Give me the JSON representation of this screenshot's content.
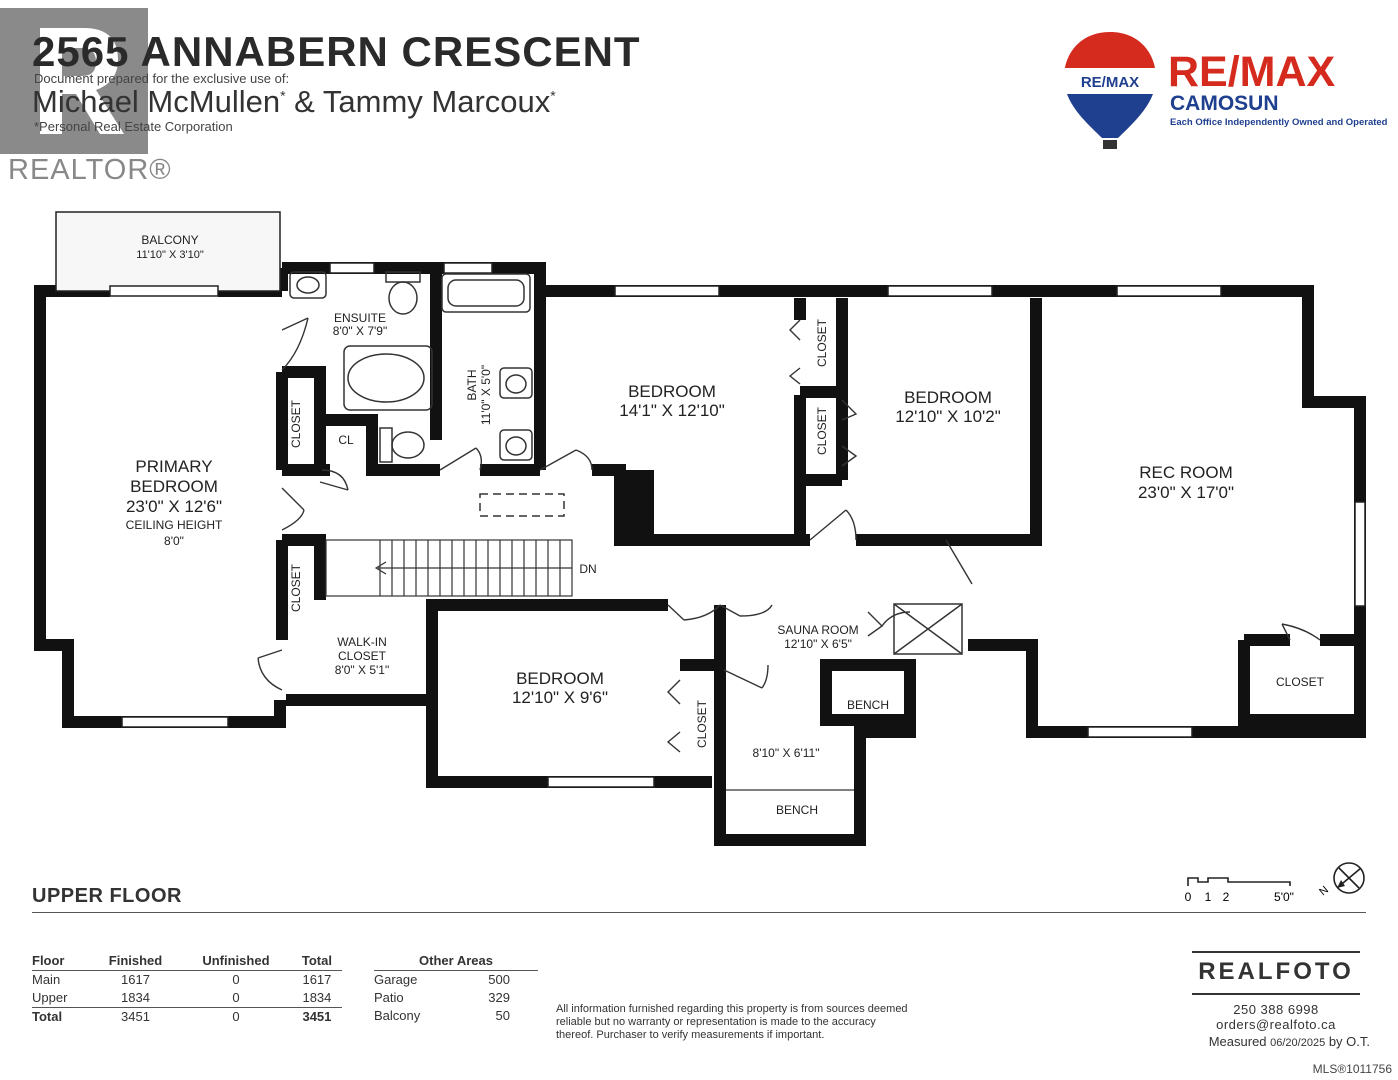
{
  "header": {
    "title": "2565 ANNABERN CRESCENT",
    "prepared_for": "Document prepared for the exclusive use of:",
    "client_name_1": "Michael McMullen",
    "client_sep": " & ",
    "client_name_2": "Tammy Marcoux",
    "asterisk": "*",
    "corporation_note": "*Personal Real Estate Corporation"
  },
  "realtor_logo": {
    "text": "REALTOR®",
    "icon": "realtor-r-icon"
  },
  "brokerage": {
    "balloon_text": "RE/MAX",
    "brand": "RE/MAX",
    "office": "CAMOSUN",
    "tagline": "Each Office Independently Owned and Operated",
    "colors": {
      "red": "#d52b1e",
      "blue": "#1f3f8f"
    }
  },
  "rooms": {
    "balcony": {
      "name": "BALCONY",
      "dims": "11'10\" X 3'10\""
    },
    "ensuite": {
      "name": "ENSUITE",
      "dims": "8'0\" X 7'9\""
    },
    "bath": {
      "name": "BATH",
      "dims": "11'0\" X 5'0\""
    },
    "bedroom_a": {
      "name": "BEDROOM",
      "dims": "14'1\" X 12'10\""
    },
    "bedroom_b": {
      "name": "BEDROOM",
      "dims": "12'10\" X 10'2\""
    },
    "rec_room": {
      "name": "REC ROOM",
      "dims": "23'0\" X 17'0\""
    },
    "primary": {
      "name_1": "PRIMARY",
      "name_2": "BEDROOM",
      "dims": "23'0\" X 12'6\"",
      "ceiling": "CEILING HEIGHT",
      "ceiling_value": "8'0\""
    },
    "closet": "CLOSET",
    "cl": "CL",
    "dn": "DN",
    "walkin": {
      "name_1": "WALK-IN",
      "name_2": "CLOSET",
      "dims": "8'0\" X 5'1\""
    },
    "bedroom_c": {
      "name": "BEDROOM",
      "dims": "12'10\" X 9'6\""
    },
    "sauna": {
      "name": "SAUNA ROOM",
      "dims": "12'10\" X 6'5\""
    },
    "bench": "BENCH",
    "sauna_inner": {
      "dims": "8'10\" X 6'11\""
    }
  },
  "floor_label": "UPPER FLOOR",
  "scale": {
    "ticks": [
      "0",
      "1",
      "2",
      "5'0\""
    ]
  },
  "north": "N",
  "area_table": {
    "headers": [
      "Floor",
      "Finished",
      "Unfinished",
      "Total"
    ],
    "rows": [
      [
        "Main",
        "1617",
        "0",
        "1617"
      ],
      [
        "Upper",
        "1834",
        "0",
        "1834"
      ],
      [
        "Total",
        "3451",
        "0",
        "3451"
      ]
    ]
  },
  "other_areas": {
    "header": "Other Areas",
    "rows": [
      [
        "Garage",
        "500"
      ],
      [
        "Patio",
        "329"
      ],
      [
        "Balcony",
        "50"
      ]
    ]
  },
  "disclaimer": "All information furnished regarding this property is from sources deemed reliable but no warranty or representation is made to the accuracy thereof. Purchaser to verify measurements if important.",
  "realfoto": {
    "name": "REALFOTO",
    "phone": "250 388 6998",
    "email": "orders@realfoto.ca",
    "measured_prefix": "Measured ",
    "measured_date": "06/20/2025",
    "measured_suffix": " by O.T."
  },
  "mls": "MLS®1011756"
}
